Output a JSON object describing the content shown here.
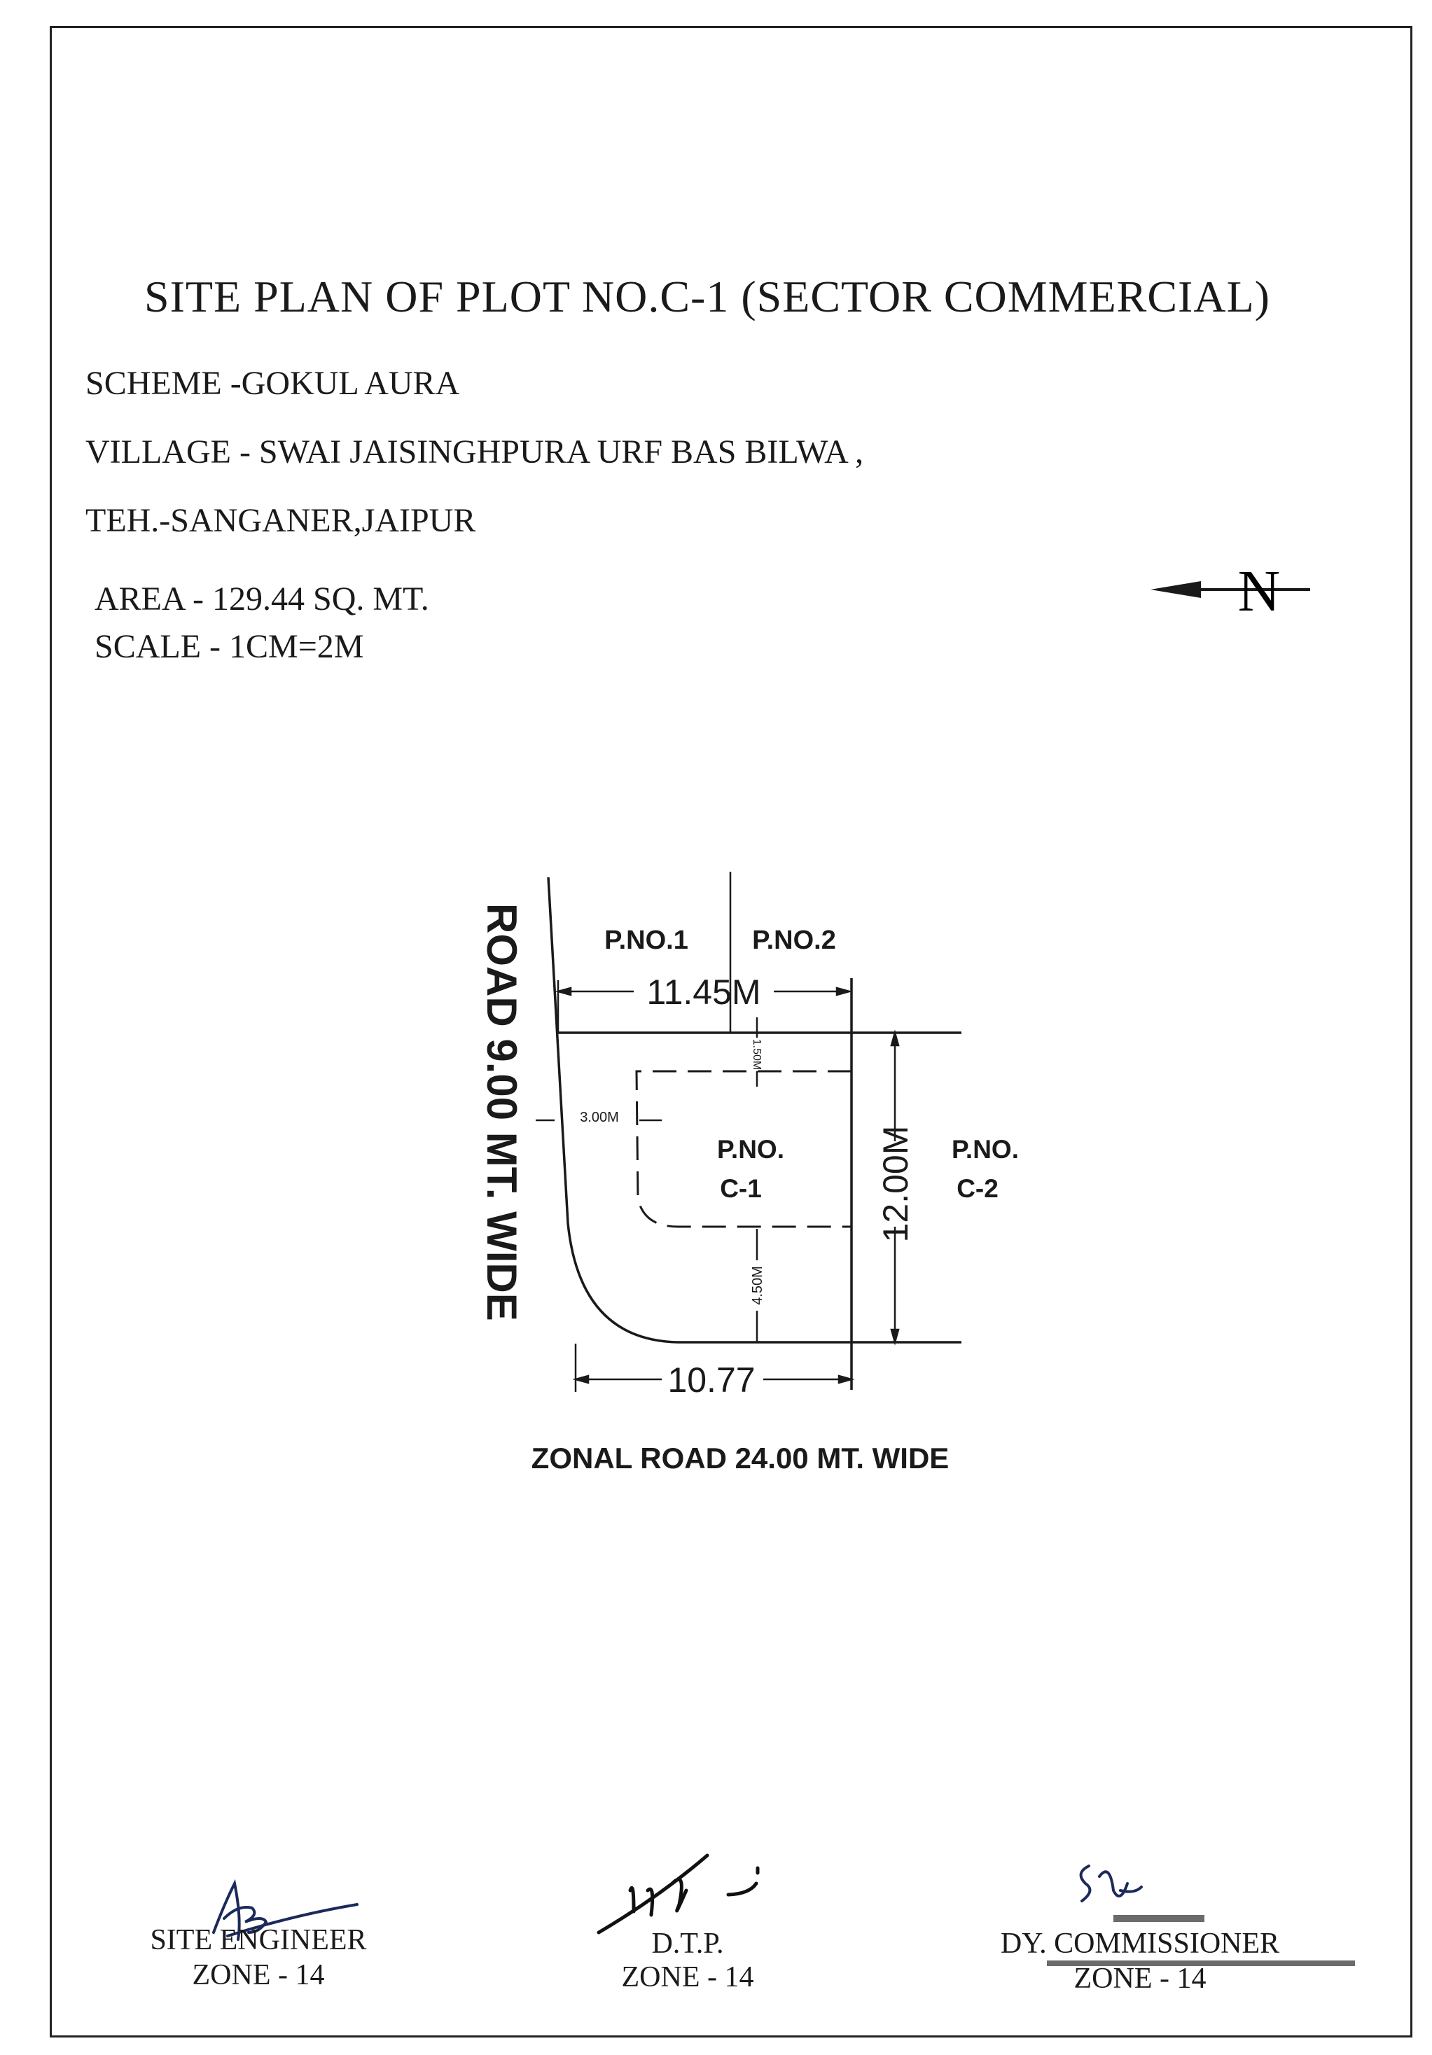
{
  "document": {
    "title": "SITE PLAN OF PLOT NO.C-1 (SECTOR COMMERCIAL)",
    "scheme": "SCHEME -GOKUL AURA",
    "village": "VILLAGE  - SWAI JAISINGHPURA URF BAS BILWA ,",
    "tehsil": "TEH.-SANGANER,JAIPUR",
    "area": "AREA  - 129.44 SQ. MT.",
    "scale": "SCALE -  1CM=2M",
    "north_label": "N"
  },
  "plan": {
    "side_road": "ROAD 9.00 MT. WIDE",
    "front_road": "ZONAL ROAD 24.00 MT. WIDE",
    "plot_1": "P.NO.1",
    "plot_2": "P.NO.2",
    "plot_c1_line1": "P.NO.",
    "plot_c1_line2": "C-1",
    "plot_c2_line1": "P.NO.",
    "plot_c2_line2": "C-2",
    "dim_top": "11.45M",
    "dim_bottom": "10.77",
    "dim_right": "12.00M",
    "setback_side": "3.00M",
    "setback_rear": "1.50M",
    "setback_front": "4.50M"
  },
  "signatories": [
    {
      "title": "SITE ENGINEER",
      "zone": "ZONE - 14"
    },
    {
      "title": "D.T.P.",
      "zone": "ZONE - 14"
    },
    {
      "title": "DY. COMMISSIONER",
      "zone": "ZONE - 14"
    }
  ],
  "colors": {
    "ink": "#1a1a1a",
    "signature": "#1c2a5a"
  }
}
